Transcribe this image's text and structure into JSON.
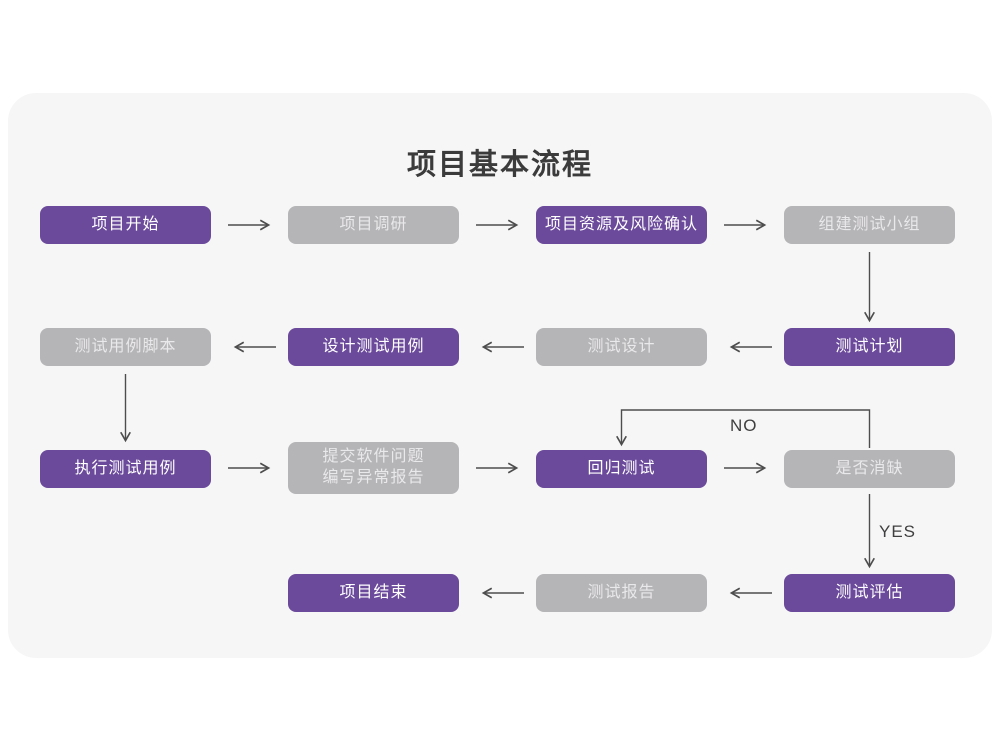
{
  "title": "项目基本流程",
  "colors": {
    "accent_purple": "#6b4a9b",
    "node_gray": "#b5b4b6",
    "card_background": "#f6f6f7",
    "arrow": "#4d4d4d"
  },
  "labels": {
    "no": "NO",
    "yes": "YES"
  },
  "nodes": {
    "start": {
      "label": "项目开始",
      "variant": "purple"
    },
    "research": {
      "label": "项目调研",
      "variant": "gray"
    },
    "risk": {
      "label": "项目资源及风险确认",
      "variant": "purple"
    },
    "team": {
      "label": "组建测试小组",
      "variant": "gray"
    },
    "plan": {
      "label": "测试计划",
      "variant": "purple"
    },
    "design": {
      "label": "测试设计",
      "variant": "gray"
    },
    "case_design": {
      "label": "设计测试用例",
      "variant": "purple"
    },
    "script": {
      "label": "测试用例脚本",
      "variant": "gray"
    },
    "execute": {
      "label": "执行测试用例",
      "variant": "purple"
    },
    "issue": {
      "label": "提交软件问题\n编写异常报告",
      "variant": "gray"
    },
    "regression": {
      "label": "回归测试",
      "variant": "purple"
    },
    "defect": {
      "label": "是否消缺",
      "variant": "gray"
    },
    "evaluate": {
      "label": "测试评估",
      "variant": "purple"
    },
    "report": {
      "label": "测试报告",
      "variant": "gray"
    },
    "end": {
      "label": "项目结束",
      "variant": "purple"
    }
  }
}
